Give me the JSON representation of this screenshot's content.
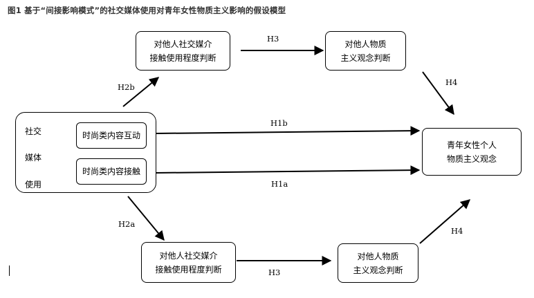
{
  "caption": "图1 基于“间接影响模式”的社交媒体使用对青年女性物质主义影响的假设模型",
  "nodes": {
    "social_media": {
      "lines": [
        "社交",
        "媒体",
        "使用"
      ]
    },
    "interaction": {
      "label": "时尚类内容互动"
    },
    "exposure": {
      "label": "时尚类内容接触"
    },
    "top_judgment": {
      "line1": "对他人社交媒介",
      "line2": "接触使用程度判断"
    },
    "top_materialism": {
      "line1": "对他人物质",
      "line2": "主义观念判断"
    },
    "outcome": {
      "line1": "青年女性个人",
      "line2": "物质主义观念"
    },
    "bottom_judgment": {
      "line1": "对他人社交媒介",
      "line2": "接触使用程度判断"
    },
    "bottom_materialism": {
      "line1": "对他人物质",
      "line2": "主义观念判断"
    }
  },
  "hypotheses": {
    "h3_top": "H3",
    "h2b": "H2b",
    "h4_top": "H4",
    "h1b": "H1b",
    "h1a": "H1a",
    "h2a": "H2a",
    "h4_bottom": "H4",
    "h3_bottom": "H3"
  }
}
